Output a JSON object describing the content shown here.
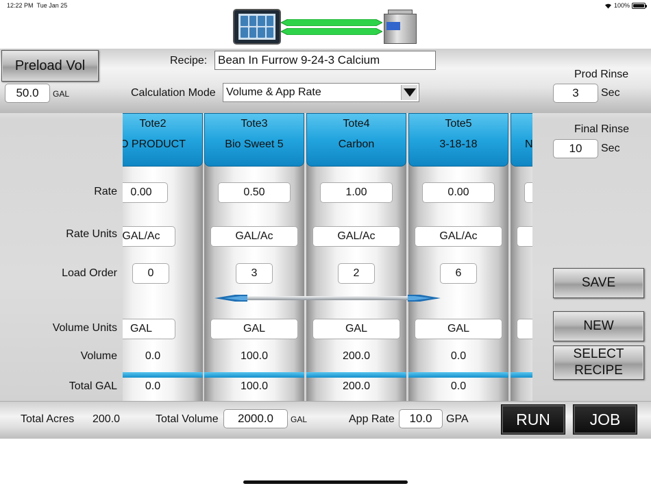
{
  "status": {
    "time": "12:22 PM",
    "date": "Tue Jan 25",
    "battery": "100%"
  },
  "header": {
    "preload_label": "Preload Vol",
    "preload_value": "50.0",
    "preload_unit": "GAL",
    "recipe_label": "Recipe:",
    "recipe_value": "Bean In Furrow 9-24-3 Calcium",
    "calc_mode_label": "Calculation Mode",
    "calc_mode_value": "Volume & App Rate",
    "prod_rinse_label": "Prod Rinse",
    "prod_rinse_value": "3",
    "prod_rinse_unit": "Sec",
    "final_rinse_label": "Final Rinse",
    "final_rinse_value": "10",
    "final_rinse_unit": "Sec"
  },
  "row_labels": {
    "rate": "Rate",
    "rate_units": "Rate Units",
    "load_order": "Load Order",
    "volume_units": "Volume Units",
    "volume": "Volume",
    "total": "Total GAL"
  },
  "totes": [
    {
      "name": "Tote2",
      "product": "O PRODUCT",
      "rate": "0.00",
      "rate_units": "GAL/Ac",
      "load_order": "0",
      "volume_units": "GAL",
      "volume": "0.0",
      "total": "0.0"
    },
    {
      "name": "Tote3",
      "product": "Bio Sweet 5",
      "rate": "0.50",
      "rate_units": "GAL/Ac",
      "load_order": "3",
      "volume_units": "GAL",
      "volume": "100.0",
      "total": "100.0"
    },
    {
      "name": "Tote4",
      "product": "Carbon",
      "rate": "1.00",
      "rate_units": "GAL/Ac",
      "load_order": "2",
      "volume_units": "GAL",
      "volume": "200.0",
      "total": "200.0"
    },
    {
      "name": "Tote5",
      "product": "3-18-18",
      "rate": "0.00",
      "rate_units": "GAL/Ac",
      "load_order": "6",
      "volume_units": "GAL",
      "volume": "0.0",
      "total": "0.0"
    },
    {
      "name": "",
      "product": "N",
      "rate": "",
      "rate_units": "",
      "load_order": "",
      "volume_units": "",
      "volume": "",
      "total": ""
    }
  ],
  "buttons": {
    "save": "SAVE",
    "new": "NEW",
    "select_recipe": "SELECT RECIPE",
    "run": "RUN",
    "job": "JOB"
  },
  "footer": {
    "total_acres_label": "Total Acres",
    "total_acres_value": "200.0",
    "total_volume_label": "Total Volume",
    "total_volume_value": "2000.0",
    "total_volume_unit": "GAL",
    "app_rate_label": "App Rate",
    "app_rate_value": "10.0",
    "app_rate_unit": "GPA"
  },
  "colors": {
    "tote_header": "#22a4de",
    "arrow_green": "#2fd34a",
    "dark_button": "#111111"
  }
}
